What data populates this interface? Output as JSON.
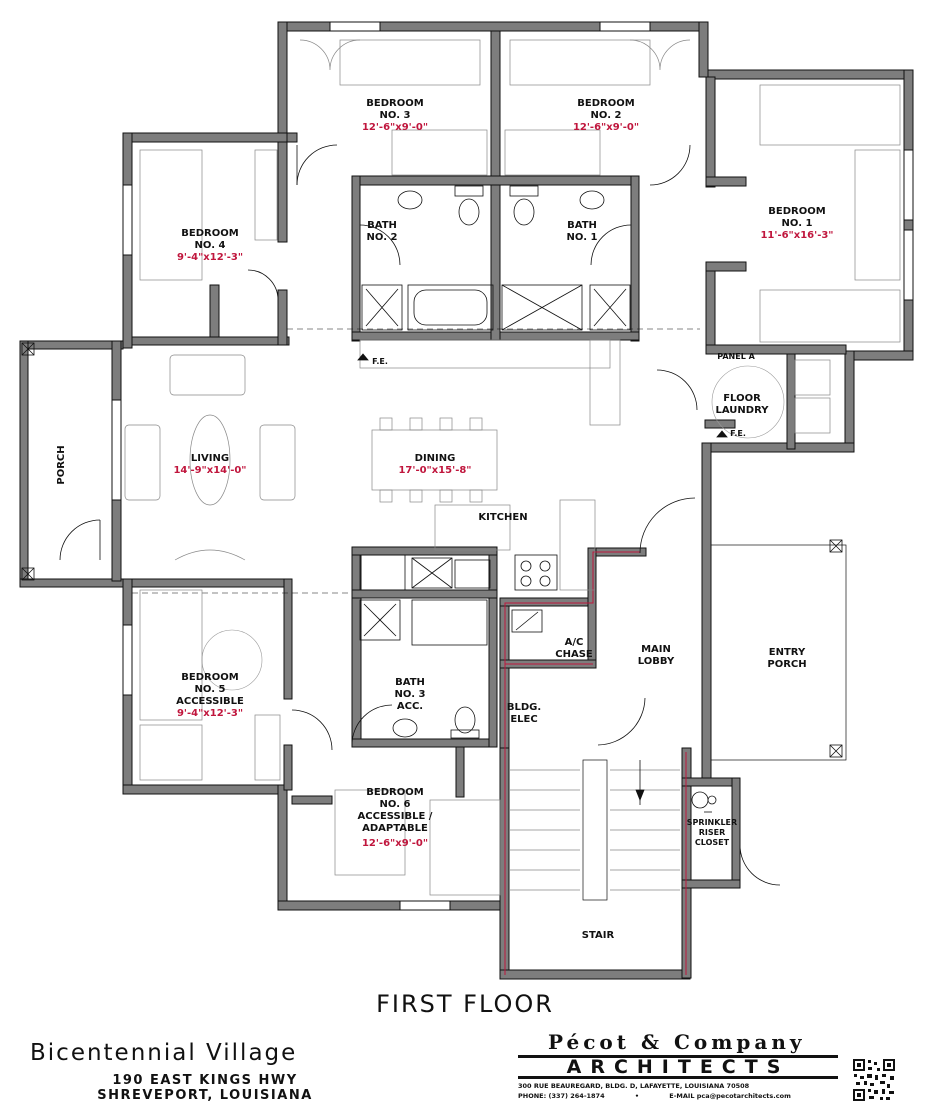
{
  "sheet": {
    "title": "FIRST FLOOR",
    "project": "Bicentennial Village",
    "address_line1": "190 EAST KINGS HWY",
    "address_line2": "SHREVEPORT, LOUISIANA"
  },
  "firm": {
    "name": "Pécot & Company",
    "banner": "ARCHITECTS",
    "address": "300 RUE BEAUREGARD, BLDG. D, LAFAYETTE, LOUISIANA 70508",
    "phone": "PHONE: (337) 264-1874",
    "separator": "•",
    "email": "E-MAIL pca@pecotarchitects.com"
  },
  "rooms": {
    "bedroom3": {
      "line1": "BEDROOM",
      "line2": "NO. 3",
      "dim": "12'-6\"x9'-0\""
    },
    "bedroom2": {
      "line1": "BEDROOM",
      "line2": "NO. 2",
      "dim": "12'-6\"x9'-0\""
    },
    "bedroom1": {
      "line1": "BEDROOM",
      "line2": "NO. 1",
      "dim": "11'-6\"x16'-3\""
    },
    "bedroom4": {
      "line1": "BEDROOM",
      "line2": "NO. 4",
      "dim": "9'-4\"x12'-3\""
    },
    "bedroom5": {
      "line1": "BEDROOM",
      "line2": "NO. 5",
      "line3": "ACCESSIBLE",
      "dim": "9'-4\"x12'-3\""
    },
    "bedroom6": {
      "line1": "BEDROOM",
      "line2": "NO. 6",
      "line3": "ACCESSIBLE /",
      "line4": "ADAPTABLE",
      "dim": "12'-6\"x9'-0\""
    },
    "bath2": {
      "line1": "BATH",
      "line2": "NO. 2"
    },
    "bath1": {
      "line1": "BATH",
      "line2": "NO. 1"
    },
    "bath3": {
      "line1": "BATH",
      "line2": "NO. 3",
      "line3": "ACC."
    },
    "living": {
      "line1": "LIVING",
      "dim": "14'-9\"x14'-0\""
    },
    "dining": {
      "line1": "DINING",
      "dim": "17'-0\"x15'-8\""
    },
    "kitchen": {
      "line1": "KITCHEN"
    },
    "porch": {
      "line1": "PORCH"
    },
    "laundry": {
      "line1": "FLOOR",
      "line2": "LAUNDRY"
    },
    "panel": {
      "line1": "PANEL A"
    },
    "fe1": {
      "line1": "F.E."
    },
    "fe2": {
      "line1": "F.E."
    },
    "ac": {
      "line1": "A/C",
      "line2": "CHASE"
    },
    "lobby": {
      "line1": "MAIN",
      "line2": "LOBBY"
    },
    "entry": {
      "line1": "ENTRY",
      "line2": "PORCH"
    },
    "elec": {
      "line1": "BLDG.",
      "line2": "ELEC"
    },
    "sprinkler": {
      "line1": "SPRINKLER",
      "line2": "RISER",
      "line3": "CLOSET"
    },
    "stair": {
      "line1": "STAIR"
    }
  },
  "colors": {
    "wall": "#7d7d7d",
    "wall_outline": "#111111",
    "dimension_text": "#c0163d",
    "fire_rated_line": "#c0163d"
  }
}
